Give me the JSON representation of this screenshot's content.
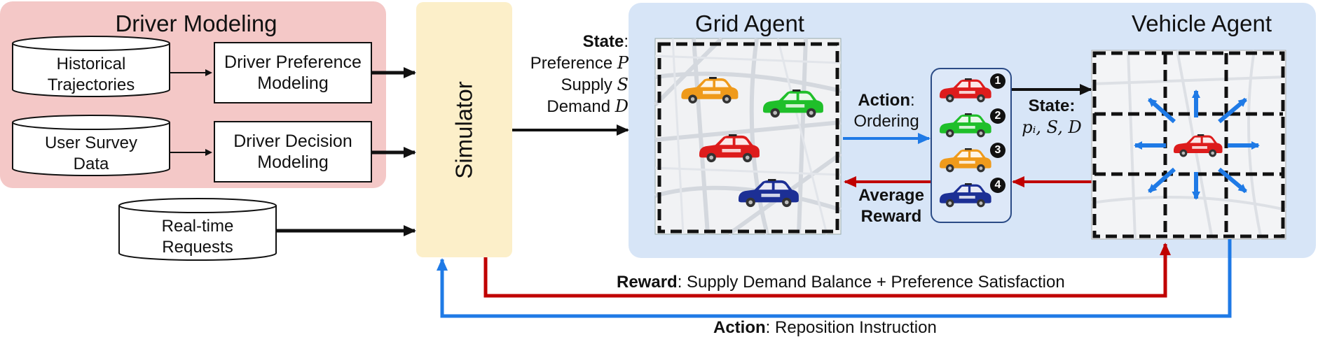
{
  "driver_modeling": {
    "title": "Driver Modeling",
    "historical_trajectories": [
      "Historical",
      "Trajectories"
    ],
    "user_survey_data": [
      "User Survey",
      "Data"
    ],
    "driver_preference_modeling": [
      "Driver Preference",
      "Modeling"
    ],
    "driver_decision_modeling": [
      "Driver Decision",
      "Modeling"
    ]
  },
  "realtime_requests": [
    "Real-time",
    "Requests"
  ],
  "simulator": {
    "label": "Simulator"
  },
  "state_left": {
    "title": "State",
    "colon": ":",
    "preference": "Preference",
    "preference_symbol": "P",
    "supply": "Supply",
    "supply_symbol": "S",
    "demand": "Demand",
    "demand_symbol": "D"
  },
  "grid_agent": {
    "title": "Grid Agent"
  },
  "vehicle_agent": {
    "title": "Vehicle Agent"
  },
  "action_ordering": {
    "title": "Action",
    "colon": ":",
    "text": "Ordering"
  },
  "average_reward": [
    "Average",
    "Reward"
  ],
  "state_right": {
    "title": "State:",
    "formula": "pᵢ, S, D"
  },
  "order_ranks": [
    "1",
    "2",
    "3",
    "4"
  ],
  "reward_bottom": {
    "title": "Reward",
    "text": ": Supply Demand Balance + Preference Satisfaction"
  },
  "action_bottom": {
    "title": "Action",
    "text": ": Reposition Instruction"
  },
  "colors": {
    "driver_panel": "#f4c8c7",
    "agent_panel": "#d7e5f7",
    "simulator": "#fcefc9",
    "arrow_blue": "#1f7ae6",
    "arrow_red": "#c00000",
    "car_red": "#dd1c1c",
    "car_green": "#1fbf2a",
    "car_orange": "#ef9a1b",
    "car_blue": "#1c2f95"
  },
  "icons": [
    "cylinder-icon",
    "taxi-icon",
    "map-grid-icon",
    "rank-badge-icon"
  ]
}
